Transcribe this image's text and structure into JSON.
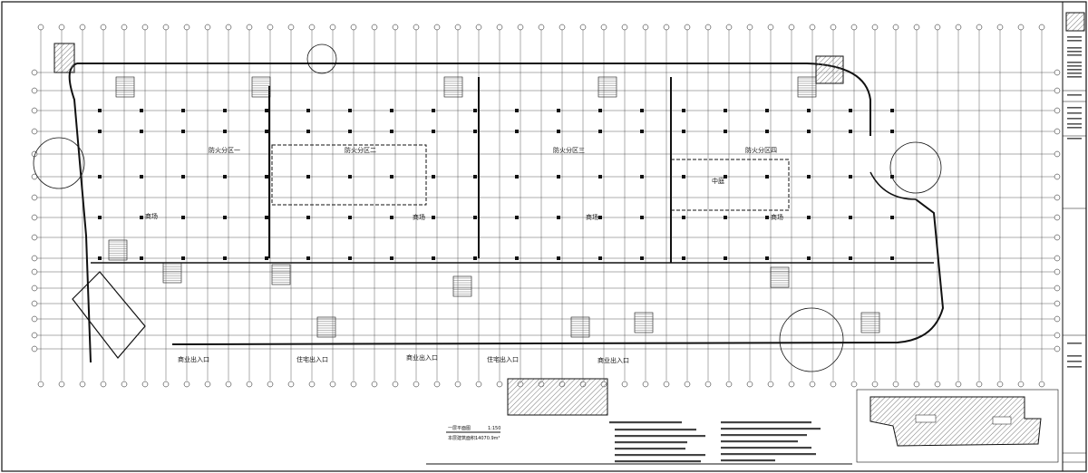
{
  "drawing": {
    "zones": [
      "防火分区一",
      "防火分区二",
      "防火分区三",
      "防火分区四"
    ],
    "rooms": [
      "商场",
      "商场",
      "商场",
      "商场",
      "中庭"
    ],
    "entrances": [
      "商业出入口",
      "住宅出入口",
      "商业出入口",
      "住宅出入口",
      "商业出入口"
    ],
    "plan_title": "一层平面图",
    "scale": "1:150",
    "area_label": "本层建筑面积:",
    "area_value": "14070.9m²"
  },
  "colors": {
    "line": "#111111",
    "grid": "#333333",
    "hatch": "#777777",
    "background": "#ffffff"
  }
}
